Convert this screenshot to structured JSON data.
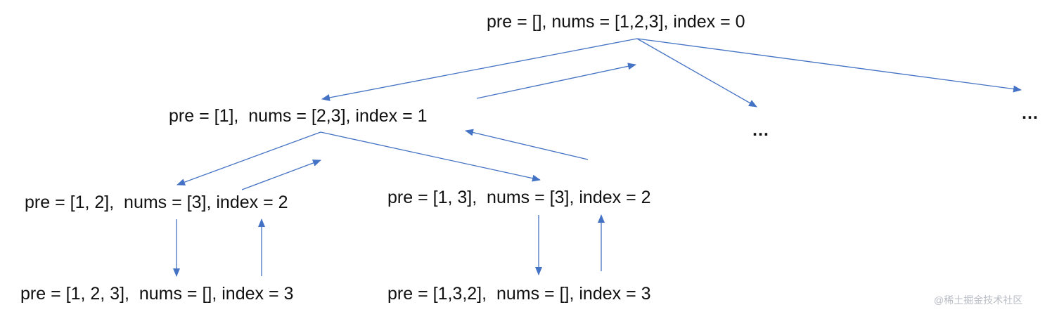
{
  "diagram": {
    "nodes": {
      "root": "pre = [], nums = [1,2,3], index = 0",
      "level1": "pre = [1],  nums = [2,3], index = 1",
      "level2_left": "pre = [1, 2],  nums = [3], index = 2",
      "level2_right": "pre = [1, 3],  nums = [3], index = 2",
      "level3_left": "pre = [1, 2, 3],  nums = [], index = 3",
      "level3_right": "pre = [1,3,2],  nums = [], index = 3"
    },
    "ellipsis_mid": "…",
    "ellipsis_right": "…",
    "edge_color": "#4472c4"
  },
  "watermark": "@稀土掘金技术社区"
}
